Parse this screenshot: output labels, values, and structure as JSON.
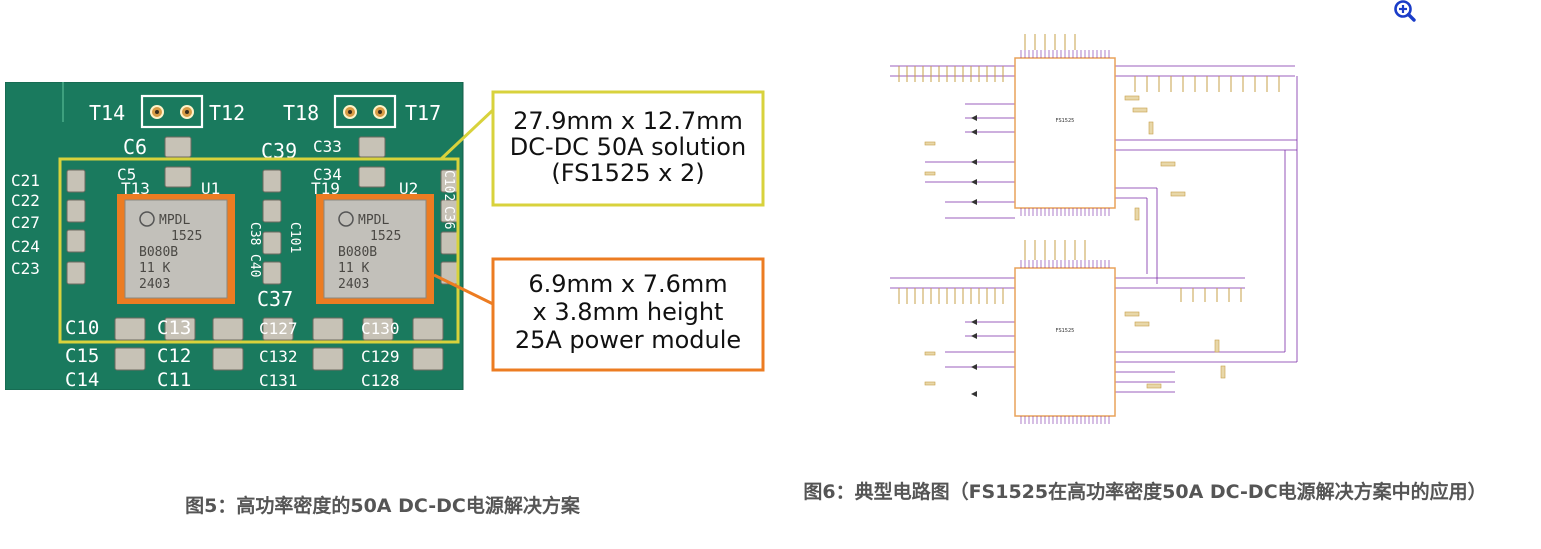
{
  "figure5": {
    "pcb_labels": [
      "T14",
      "T12",
      "T18",
      "T17",
      "C6",
      "C39",
      "C33",
      "C5",
      "C34",
      "T13",
      "U1",
      "T19",
      "U2",
      "C21",
      "C22",
      "C27",
      "C24",
      "C23",
      "C38",
      "C40",
      "C101",
      "C102",
      "C36",
      "C37",
      "C10",
      "C13",
      "C127",
      "C130",
      "C15",
      "C12",
      "C132",
      "C129",
      "C14",
      "C11",
      "C131",
      "C128"
    ],
    "chip_marking": [
      "MPDL",
      "1525",
      "B080B",
      "11 K",
      "2403"
    ],
    "callout_solution": [
      "27.9mm x 12.7mm",
      "DC-DC 50A solution",
      "(FS1525 x 2)"
    ],
    "callout_module": [
      "6.9mm x 7.6mm",
      "x 3.8mm height",
      "25A power module"
    ],
    "colors": {
      "pcb": "#1a7a5e",
      "solution_box": "#d8d23c",
      "module_box": "#ec7c22"
    }
  },
  "figure6": {
    "schematic_labels": [
      "FS1525",
      "FS1525"
    ],
    "colors": {
      "wire": "#7a2aa8",
      "component": "#c7a14a",
      "ic": "#e8a25a"
    }
  },
  "captions": {
    "fig5": "图5：高功率密度的50A DC-DC电源解决方案",
    "fig6": "图6：典型电路图（FS1525在高功率密度50A DC-DC电源解决方案中的应用）"
  },
  "toolbar": {
    "zoom_icon": "zoom-in-icon",
    "color": "#1a3cc8"
  }
}
